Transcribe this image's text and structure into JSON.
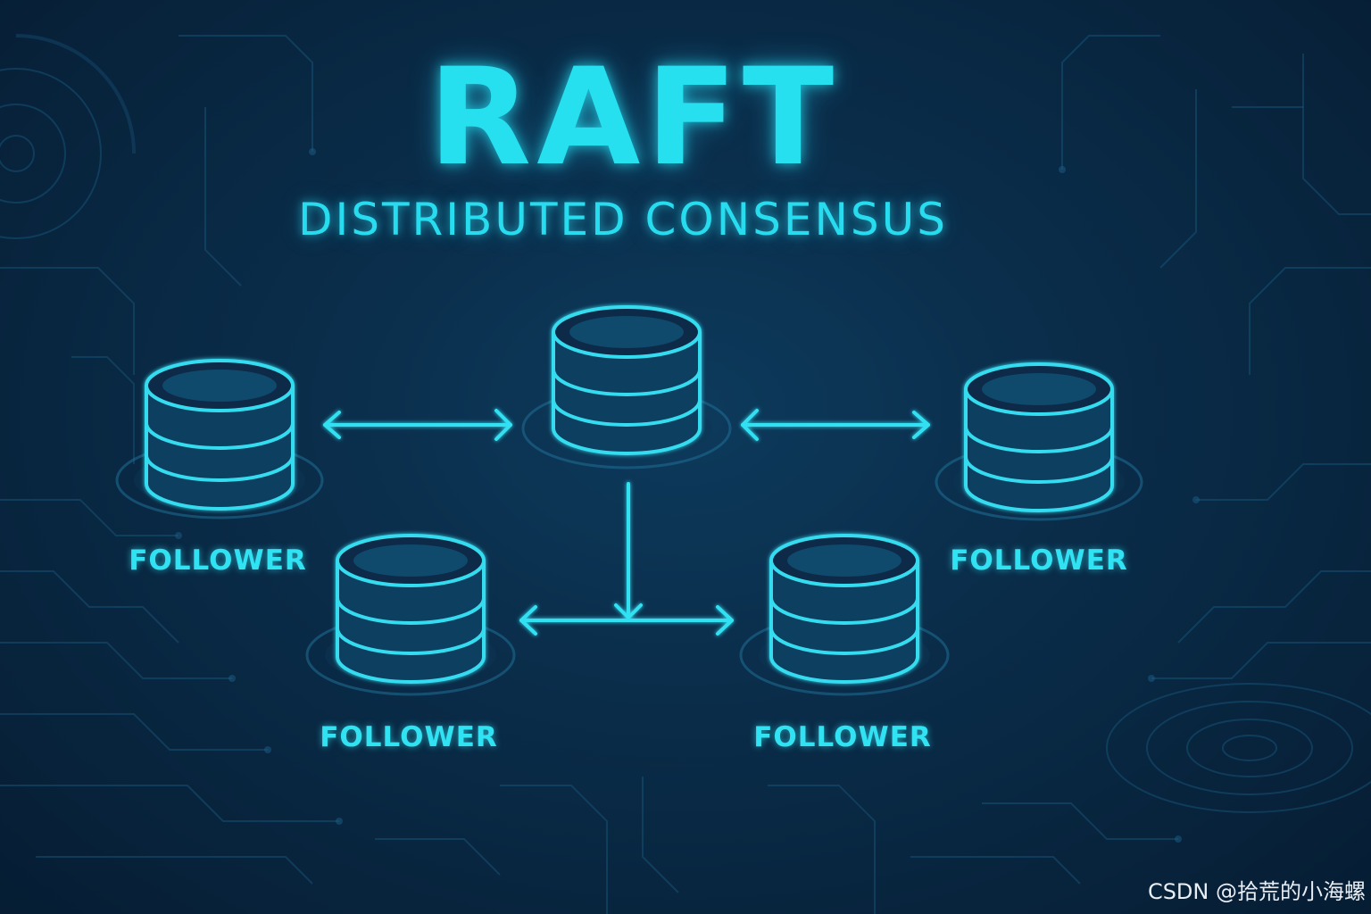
{
  "title": "RAFT",
  "subtitle": "DISTRIBUTED CONSENSUS",
  "nodes": [
    {
      "label": "FOLLOWER"
    },
    {
      "label": "FOLLOWER"
    },
    {
      "label": "FOLLOWER"
    },
    {
      "label": "FOLLOWER"
    },
    {
      "label": ""
    }
  ],
  "watermark": "CSDN @拾荒的小海螺",
  "colors": {
    "accent": "#26e0f0",
    "background": "#0a2d4a",
    "node_fill": "#0d3d5e"
  }
}
